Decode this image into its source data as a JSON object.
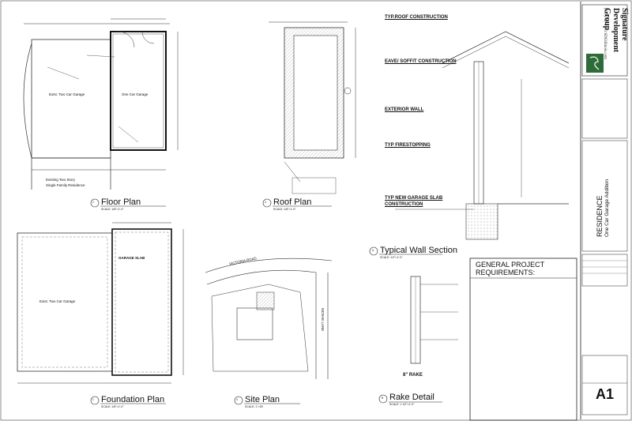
{
  "plans": {
    "floor_plan": {
      "title": "Floor Plan",
      "scale": "SCALE: 1/8\"=1'-0\"",
      "num": "2",
      "existing_garage": "Exist. Two Car Garage",
      "new_garage": "One Car Garage",
      "residence_line1": "Existing Two Story",
      "residence_line2": "Single Family Residence"
    },
    "roof_plan": {
      "title": "Roof Plan",
      "scale": "SCALE: 1/8\"=1'-0\"",
      "num": "3"
    },
    "foundation_plan": {
      "title": "Foundation Plan",
      "scale": "SCALE: 1/8\"=1'-0\"",
      "num": "1",
      "existing_garage": "Exist. Two Car Garage",
      "garage_slab": "GARAGE SLAB"
    },
    "site_plan": {
      "title": "Site Plan",
      "scale": "SCALE: 1\"=30'",
      "num": "4",
      "road": "VICTORIA ROAD",
      "lane": "MCRAE LANE"
    },
    "wall_section": {
      "title": "Typical Wall Section",
      "scale": "SCALE: 1/2\"=1'-0\"",
      "num": "A"
    },
    "rake_detail": {
      "title": "Rake Detail",
      "scale": "SCALE: 1 1/2\"=1'-0\"",
      "num": "B",
      "rake": "8\" RAKE"
    }
  },
  "construction_headings": {
    "roof": "TYP.ROOF CONSTRUCTION",
    "eave": "EAVE/ SOFFIT CONSTRUCTION",
    "exterior_wall": "EXTERIOR WALL",
    "firestopping": "TYP FIRESTOPPING",
    "slab_line1": "TYP NEW GARAGE SLAB",
    "slab_line2": "CONSTRUCTION"
  },
  "general": {
    "heading_line1": "GENERAL PROJECT",
    "heading_line2": "REQUIREMENTS:"
  },
  "title_block": {
    "company_line1": "Signature",
    "company_line2": "Development",
    "company_line3": "Group",
    "contact": "(847)740-2103  SDGillinois.com",
    "project_line1": "RESIDENCE",
    "project_line2": "One Car Garage Addition",
    "sheet": "A1"
  },
  "colors": {
    "line": "#222222",
    "hatch": "#888888",
    "logo_green": "#2e6b3a"
  }
}
